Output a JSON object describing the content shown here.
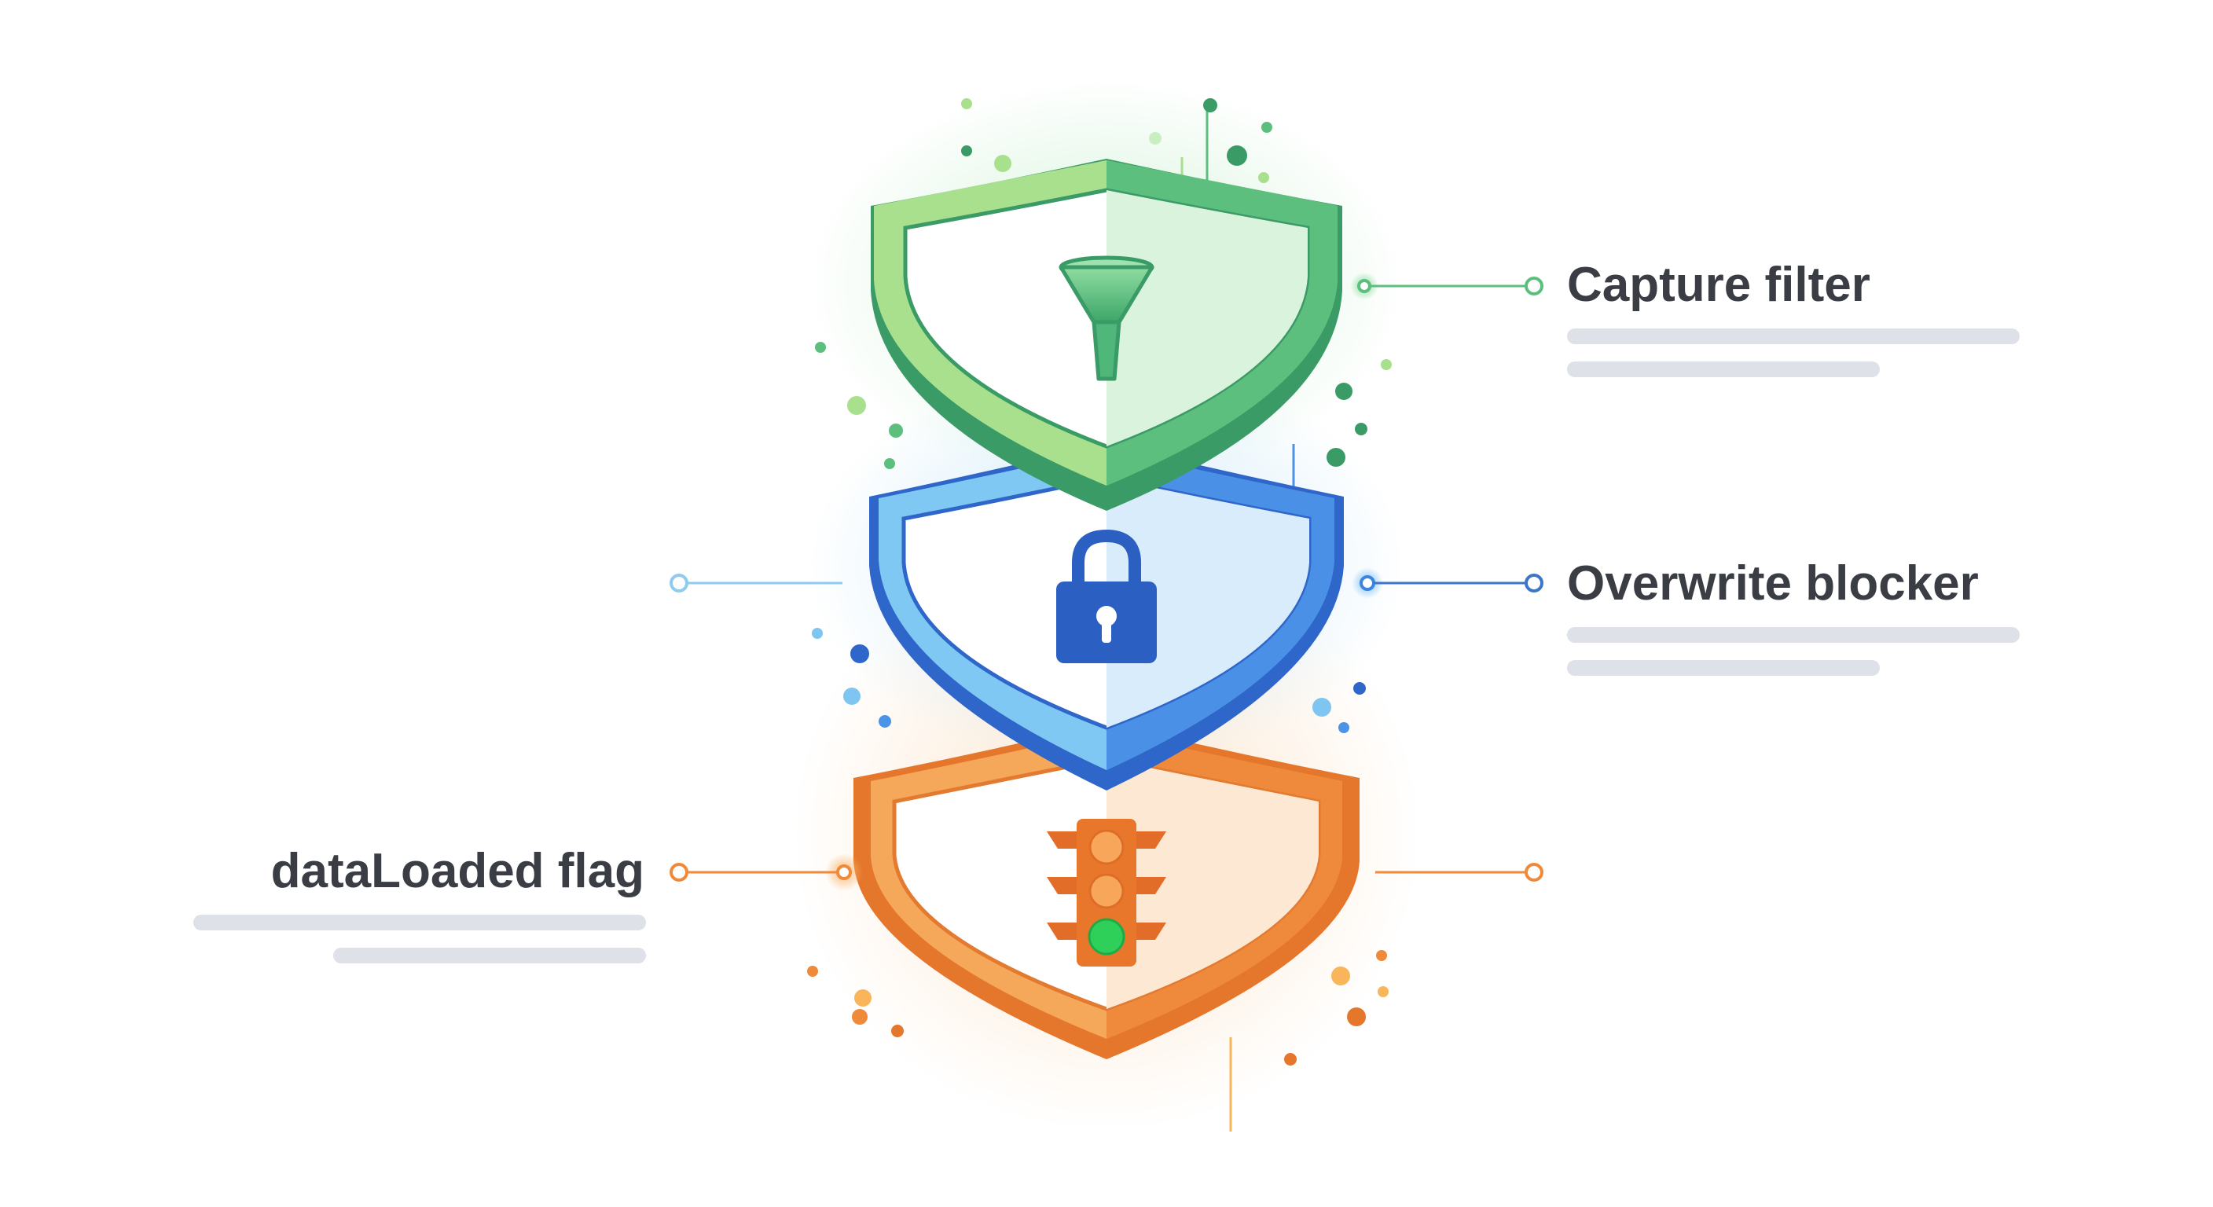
{
  "layers": [
    {
      "id": "capture",
      "label": "Capture filter",
      "icon": "funnel-icon",
      "side": "right",
      "color": "#5cbf7d",
      "light": "#a9e08e",
      "dark": "#3a9b66"
    },
    {
      "id": "overwrite",
      "label": "Overwrite blocker",
      "icon": "padlock-icon",
      "side": "right",
      "color": "#4c93e8",
      "light": "#7ec6f1",
      "dark": "#2a62c4"
    },
    {
      "id": "dataloaded",
      "label": "dataLoaded flag",
      "icon": "traffic-light-icon",
      "side": "left",
      "color": "#f08a3b",
      "light": "#f8b55a",
      "dark": "#dd6a22"
    }
  ]
}
